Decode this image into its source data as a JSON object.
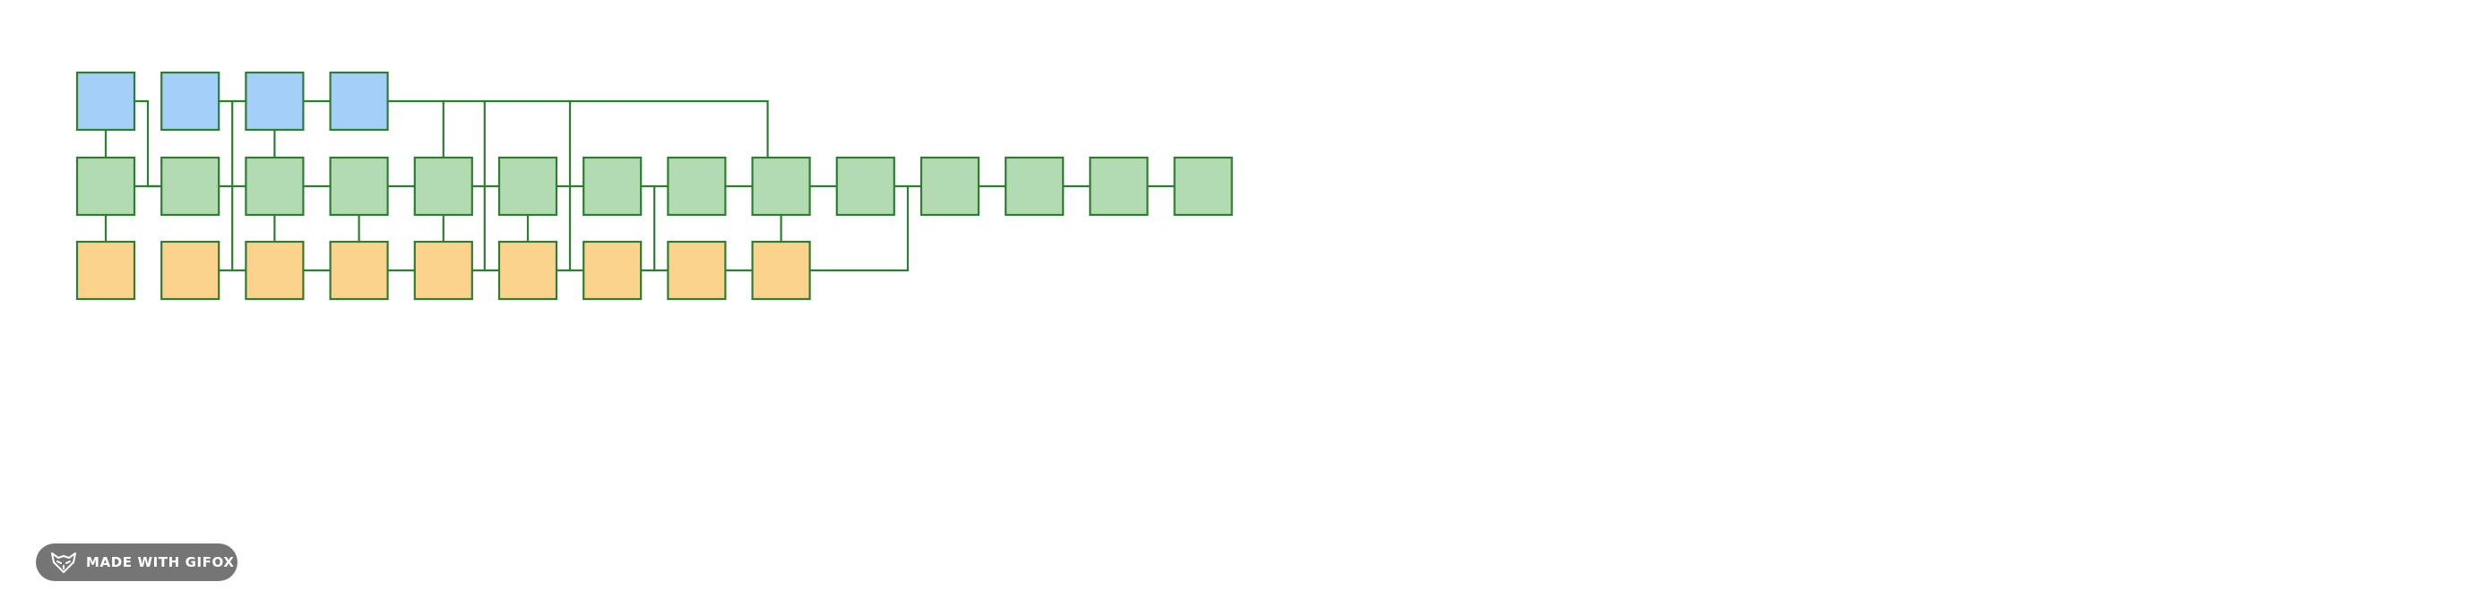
{
  "colors": {
    "background": "#ffffff",
    "edge": "#2e7d32",
    "node_border": "#2e7d32",
    "blue_fill": "#a4cff8",
    "green_fill": "#b2dbb2",
    "orange_fill": "#fcd38c",
    "badge_fill": "#757575",
    "badge_text": "#ffffff"
  },
  "diagram": {
    "rows": [
      {
        "id": "top",
        "color": "blue_fill",
        "count": 4
      },
      {
        "id": "middle",
        "color": "green_fill",
        "count": 14
      },
      {
        "id": "bottom",
        "color": "orange_fill",
        "count": 9
      }
    ]
  },
  "badge": {
    "label": "MADE WITH GIFOX",
    "icon": "fox-icon"
  }
}
